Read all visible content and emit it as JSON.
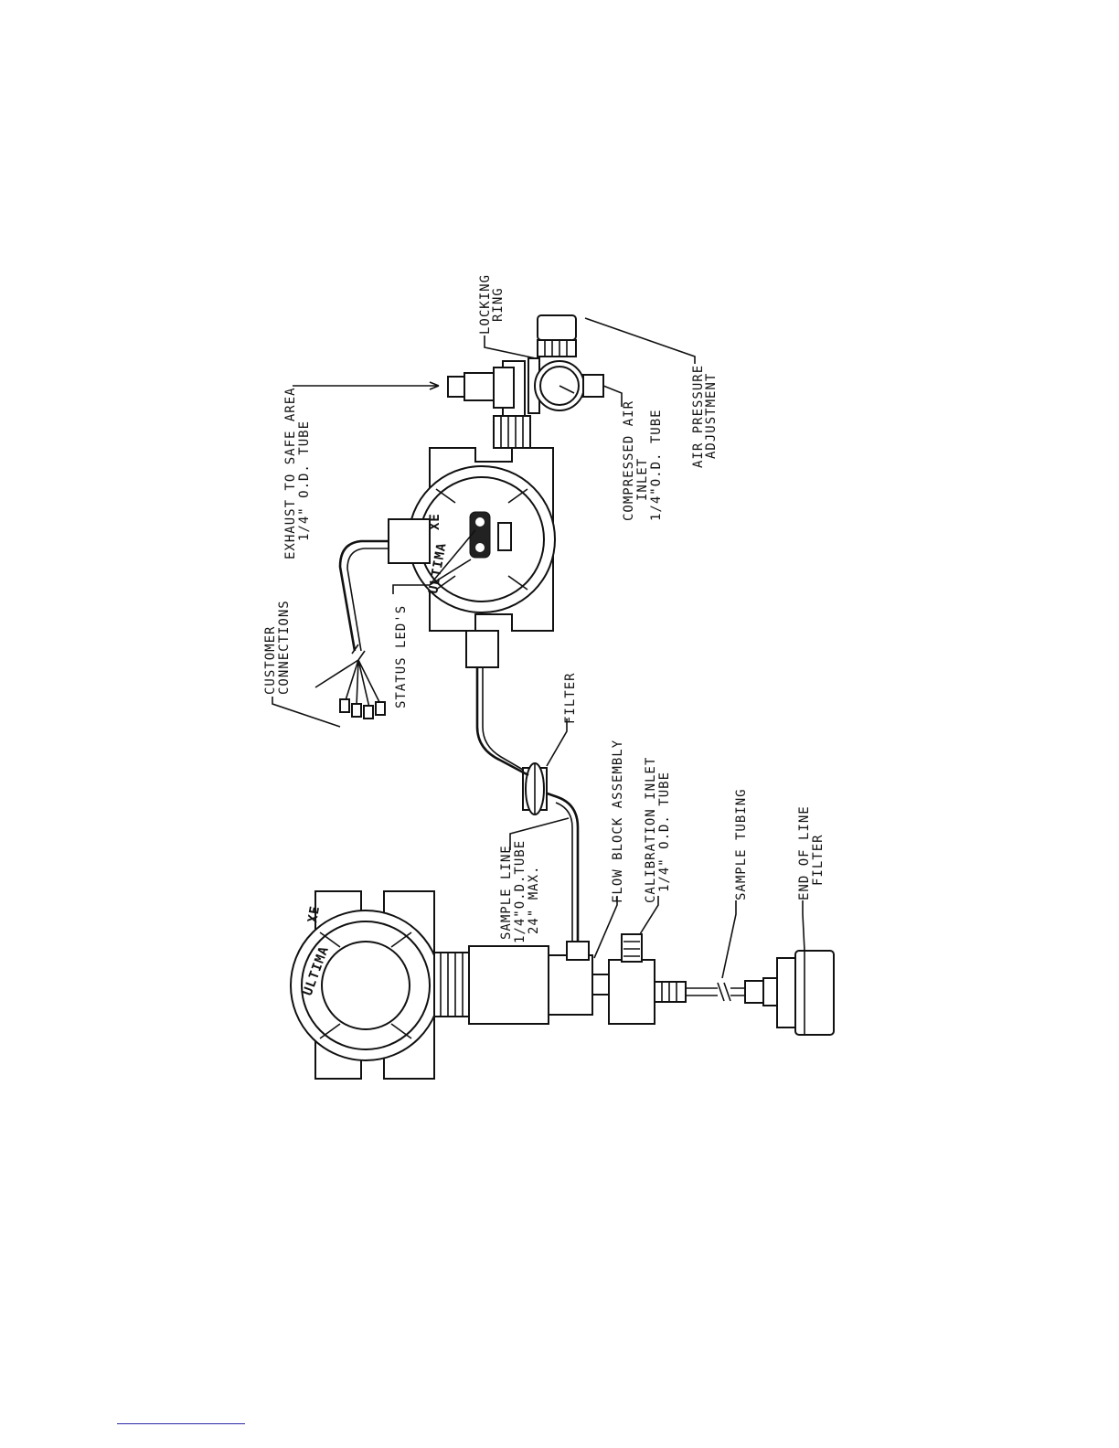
{
  "labels": {
    "locking_ring": [
      "LOCKING",
      "RING"
    ],
    "exhaust": [
      "EXHAUST TO SAFE AREA",
      "1/4\" O.D. TUBE"
    ],
    "customer_connections": [
      "CUSTOMER",
      "CONNECTIONS"
    ],
    "status_leds": "STATUS LED'S",
    "compressed_air": [
      "COMPRESSED AIR",
      "INLET",
      "1/4\"O.D. TUBE"
    ],
    "air_pressure": [
      "AIR PRESSURE",
      "ADJUSTMENT"
    ],
    "filter": "FILTER",
    "sample_line": [
      "SAMPLE LINE",
      "1/4\"O.D.TUBE",
      "24\" MAX."
    ],
    "flow_block": "FLOW BLOCK ASSEMBLY",
    "calibration_inlet": [
      "CALIBRATION INLET",
      "1/4\" O.D. TUBE"
    ],
    "sample_tubing": "SAMPLE TUBING",
    "end_of_line_filter": [
      "END OF LINE",
      "FILTER"
    ]
  },
  "device": {
    "brand": "ULTIMA",
    "model": "XE"
  }
}
